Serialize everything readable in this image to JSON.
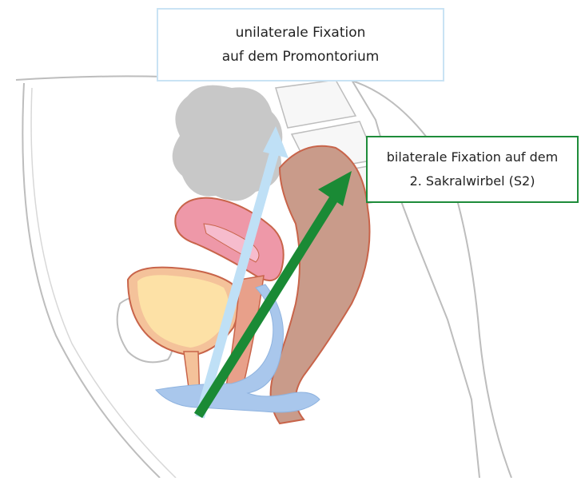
{
  "callouts": {
    "unilateral": {
      "line1": "unilaterale Fixation",
      "line2": "auf dem Promontorium",
      "border_color": "#c9e3f4",
      "arrow_color": "#bfe0f6"
    },
    "bilateral": {
      "line1": "bilaterale Fixation auf dem",
      "line2": "2. Sakralwirbel (S2)",
      "border_color": "#1e8c3a",
      "arrow_color": "#1a8a35"
    }
  },
  "colors": {
    "bowel": "#c8c8c8",
    "uterus": "#ee98a8",
    "bladder": "#fde1a6",
    "bladder_wall": "#f4c29a",
    "rectum": "#c99b8a",
    "mesh": "#a9c7ec",
    "outline": "#bdbdbd",
    "organ_outline": "#c8644a"
  }
}
